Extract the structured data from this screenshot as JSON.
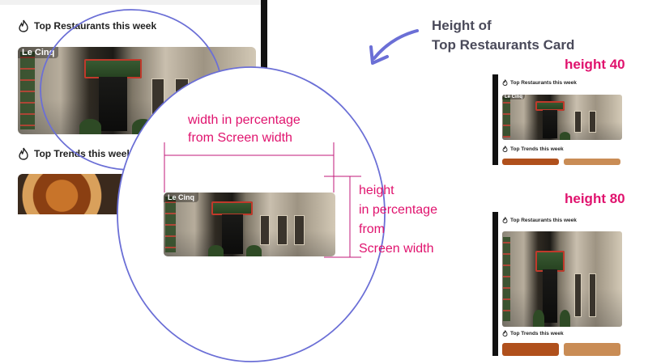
{
  "main_phone": {
    "section_top": "Top Restaurants this week",
    "card_name": "Le Cinq",
    "section_trends": "Top Trends this week"
  },
  "zoom_card": {
    "card_name": "Le Cinq"
  },
  "annotation": {
    "title_line1": "Height of",
    "title_line2": "Top Restaurants Card",
    "width_line1": "width in percentage",
    "width_line2": "from Screen width",
    "height_line1": "height",
    "height_line2": "in percentage",
    "height_line3": "from",
    "height_line4": "Screen width"
  },
  "example_40": {
    "label": "height 40",
    "section_top": "Top Restaurants this week",
    "card_name": "Le Cinq",
    "section_trends": "Top Trends this week"
  },
  "example_80": {
    "label": "height 80",
    "section_top": "Top Restaurants this week",
    "section_trends": "Top Trends this week"
  },
  "colors": {
    "highlight_circle": "#6b6fd6",
    "annotation_pink": "#e0136e",
    "annotation_dark": "#4a4a5a"
  },
  "icons": [
    "flame-icon",
    "curved-arrow-icon"
  ]
}
